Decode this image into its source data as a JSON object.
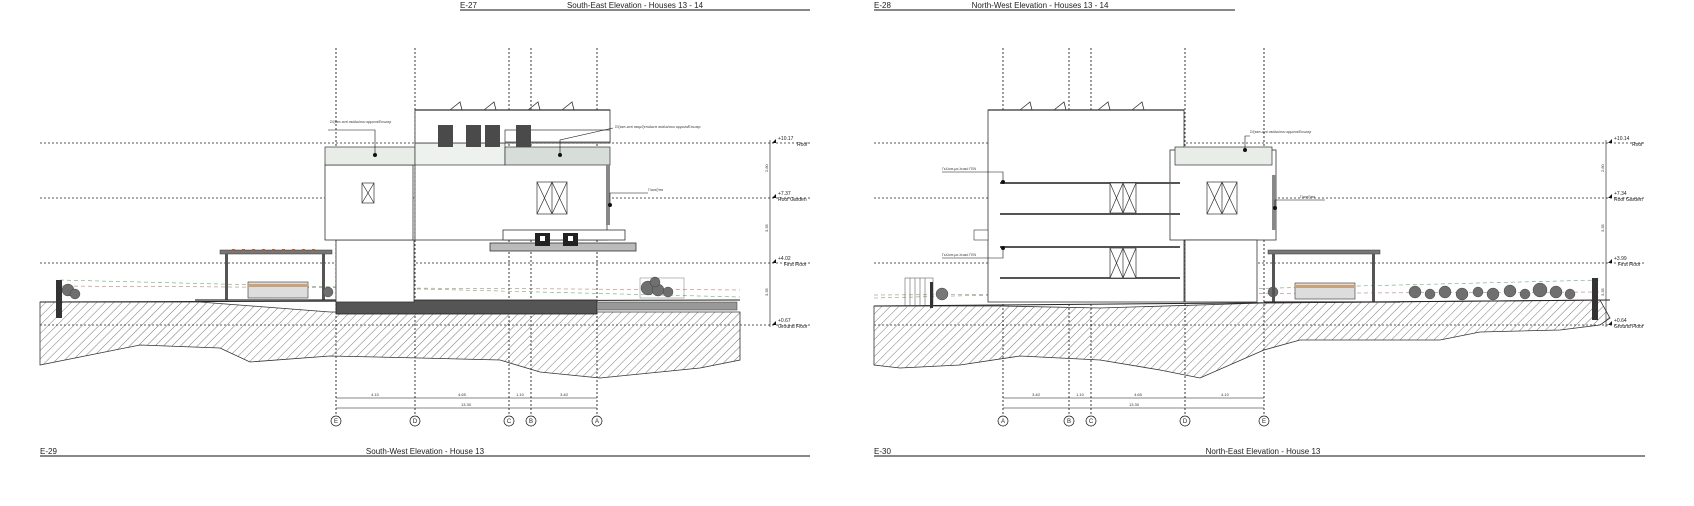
{
  "sheet": {
    "top_titles": [
      {
        "code": "E-27",
        "title": "South-East Elevation - Houses 13 - 14"
      },
      {
        "code": "E-28",
        "title": "North-West Elevation - Houses 13 - 14"
      }
    ],
    "bottom_titles": [
      {
        "code": "E-29",
        "title": "South-West Elevation - House 13"
      },
      {
        "code": "E-30",
        "title": "North-East Elevation - House 13"
      }
    ]
  },
  "left_drawing": {
    "levels": [
      {
        "value": "+10.17",
        "name": "Roof"
      },
      {
        "value": "+7.37",
        "name": "Roof Garden"
      },
      {
        "value": "+4.02",
        "name": "First Floor"
      },
      {
        "value": "+0.67",
        "name": "Ground Floor"
      }
    ],
    "grids": [
      "E",
      "D",
      "C",
      "B",
      "A"
    ],
    "dimensions": [
      "4.10",
      "4.65",
      "1.10",
      "3.40"
    ],
    "total_dimension": "13.30",
    "level_gaps": [
      "2.80",
      "3.35",
      "3.35"
    ],
    "notes": [
      "Σ/ξεαπ-αντί σκάλα/σου αρμονα/Εσωτερ",
      "Σ/ξεαπ-αντί σκεμ/ξεπολυεπ σκάλα/σου αρμονα/Εσωτερ",
      "Γ/ανεξ/πα"
    ]
  },
  "right_drawing": {
    "levels": [
      {
        "value": "+10.14",
        "name": "Roof"
      },
      {
        "value": "+7.34",
        "name": "Roof Garden"
      },
      {
        "value": "+3.99",
        "name": "First Floor"
      },
      {
        "value": "+0.64",
        "name": "Ground Floor"
      }
    ],
    "grids": [
      "A",
      "B",
      "C",
      "D",
      "E"
    ],
    "dimensions": [
      "3.40",
      "1.10",
      "4.65",
      "4.10"
    ],
    "total_dimension": "13.30",
    "level_gaps": [
      "2.80",
      "3.35",
      "3.35"
    ],
    "notes": [
      "Γελλοπ-μα λευκό ΓΕΝ",
      "Γελλοπ-μα λευκό ΓΕΝ",
      "Σ/ξεαπ-αντί σκάλα/σου αρμονα/Εσωτερ",
      "Γ/ανεξ/πα"
    ]
  }
}
